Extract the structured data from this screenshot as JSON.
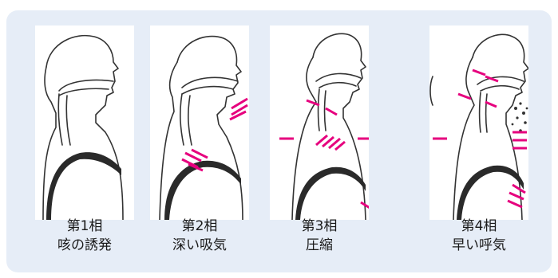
{
  "colors": {
    "background_panel": "#e6edf7",
    "arrow_magenta": "#e6007e",
    "outline": "#333333",
    "spine_dark": "#2a2a2a"
  },
  "phases": [
    {
      "label": "第1相",
      "desc": "咳の誘発"
    },
    {
      "label": "第2相",
      "desc": "深い吸気"
    },
    {
      "label": "第3相",
      "desc": "圧縮"
    },
    {
      "label": "第4相",
      "desc": "早い呼気"
    }
  ]
}
